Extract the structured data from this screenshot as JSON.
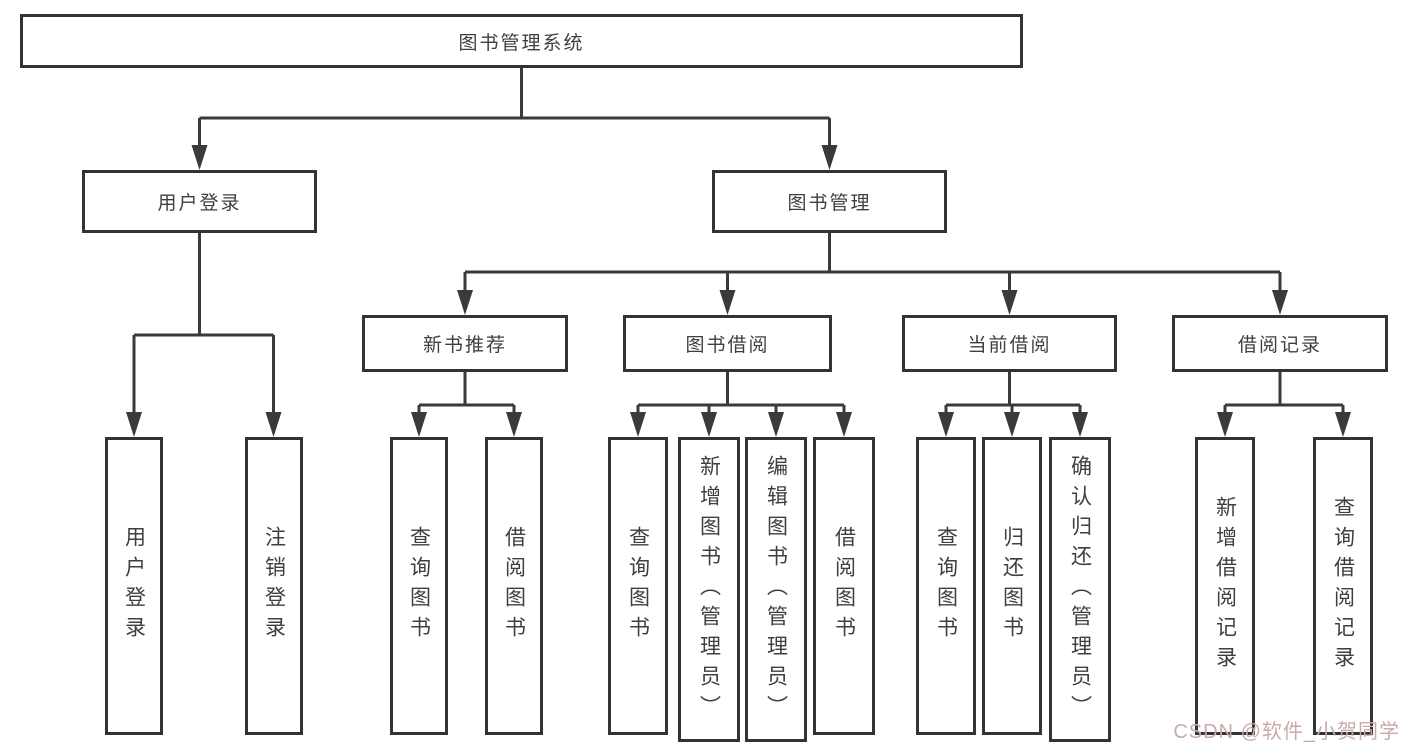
{
  "nodes": {
    "root": "图书管理系统",
    "userLogin": "用户登录",
    "bookMgmt": "图书管理",
    "newBookRec": "新书推荐",
    "bookBorrow": "图书借阅",
    "currentBorrow": "当前借阅",
    "borrowRecord": "借阅记录",
    "leafUserLogin": "用户登录",
    "leafLogout": "注销登录",
    "leafQueryBook1": "查询图书",
    "leafBorrowBook1": "借阅图书",
    "leafQueryBook2": "查询图书",
    "leafAddBook": "新增图书（管理员）",
    "leafEditBook": "编辑图书（管理员）",
    "leafBorrowBook2": "借阅图书",
    "leafQueryBook3": "查询图书",
    "leafReturnBook": "归还图书",
    "leafConfirmReturn": "确认归还（管理员）",
    "leafAddRecord": "新增借阅记录",
    "leafQueryRecord": "查询借阅记录"
  },
  "hierarchy": {
    "图书管理系统": {
      "用户登录": [
        "用户登录",
        "注销登录"
      ],
      "图书管理": {
        "新书推荐": [
          "查询图书",
          "借阅图书"
        ],
        "图书借阅": [
          "查询图书",
          "新增图书（管理员）",
          "编辑图书（管理员）",
          "借阅图书"
        ],
        "当前借阅": [
          "查询图书",
          "归还图书",
          "确认归还（管理员）"
        ],
        "借阅记录": [
          "新增借阅记录",
          "查询借阅记录"
        ]
      }
    }
  },
  "watermark": "CSDN @软件_小贺同学",
  "colors": {
    "line": "#3a3a3a",
    "box_border": "#333333",
    "text": "#3f3f3f",
    "watermark": "#c9a9a9",
    "background": "#ffffff"
  }
}
